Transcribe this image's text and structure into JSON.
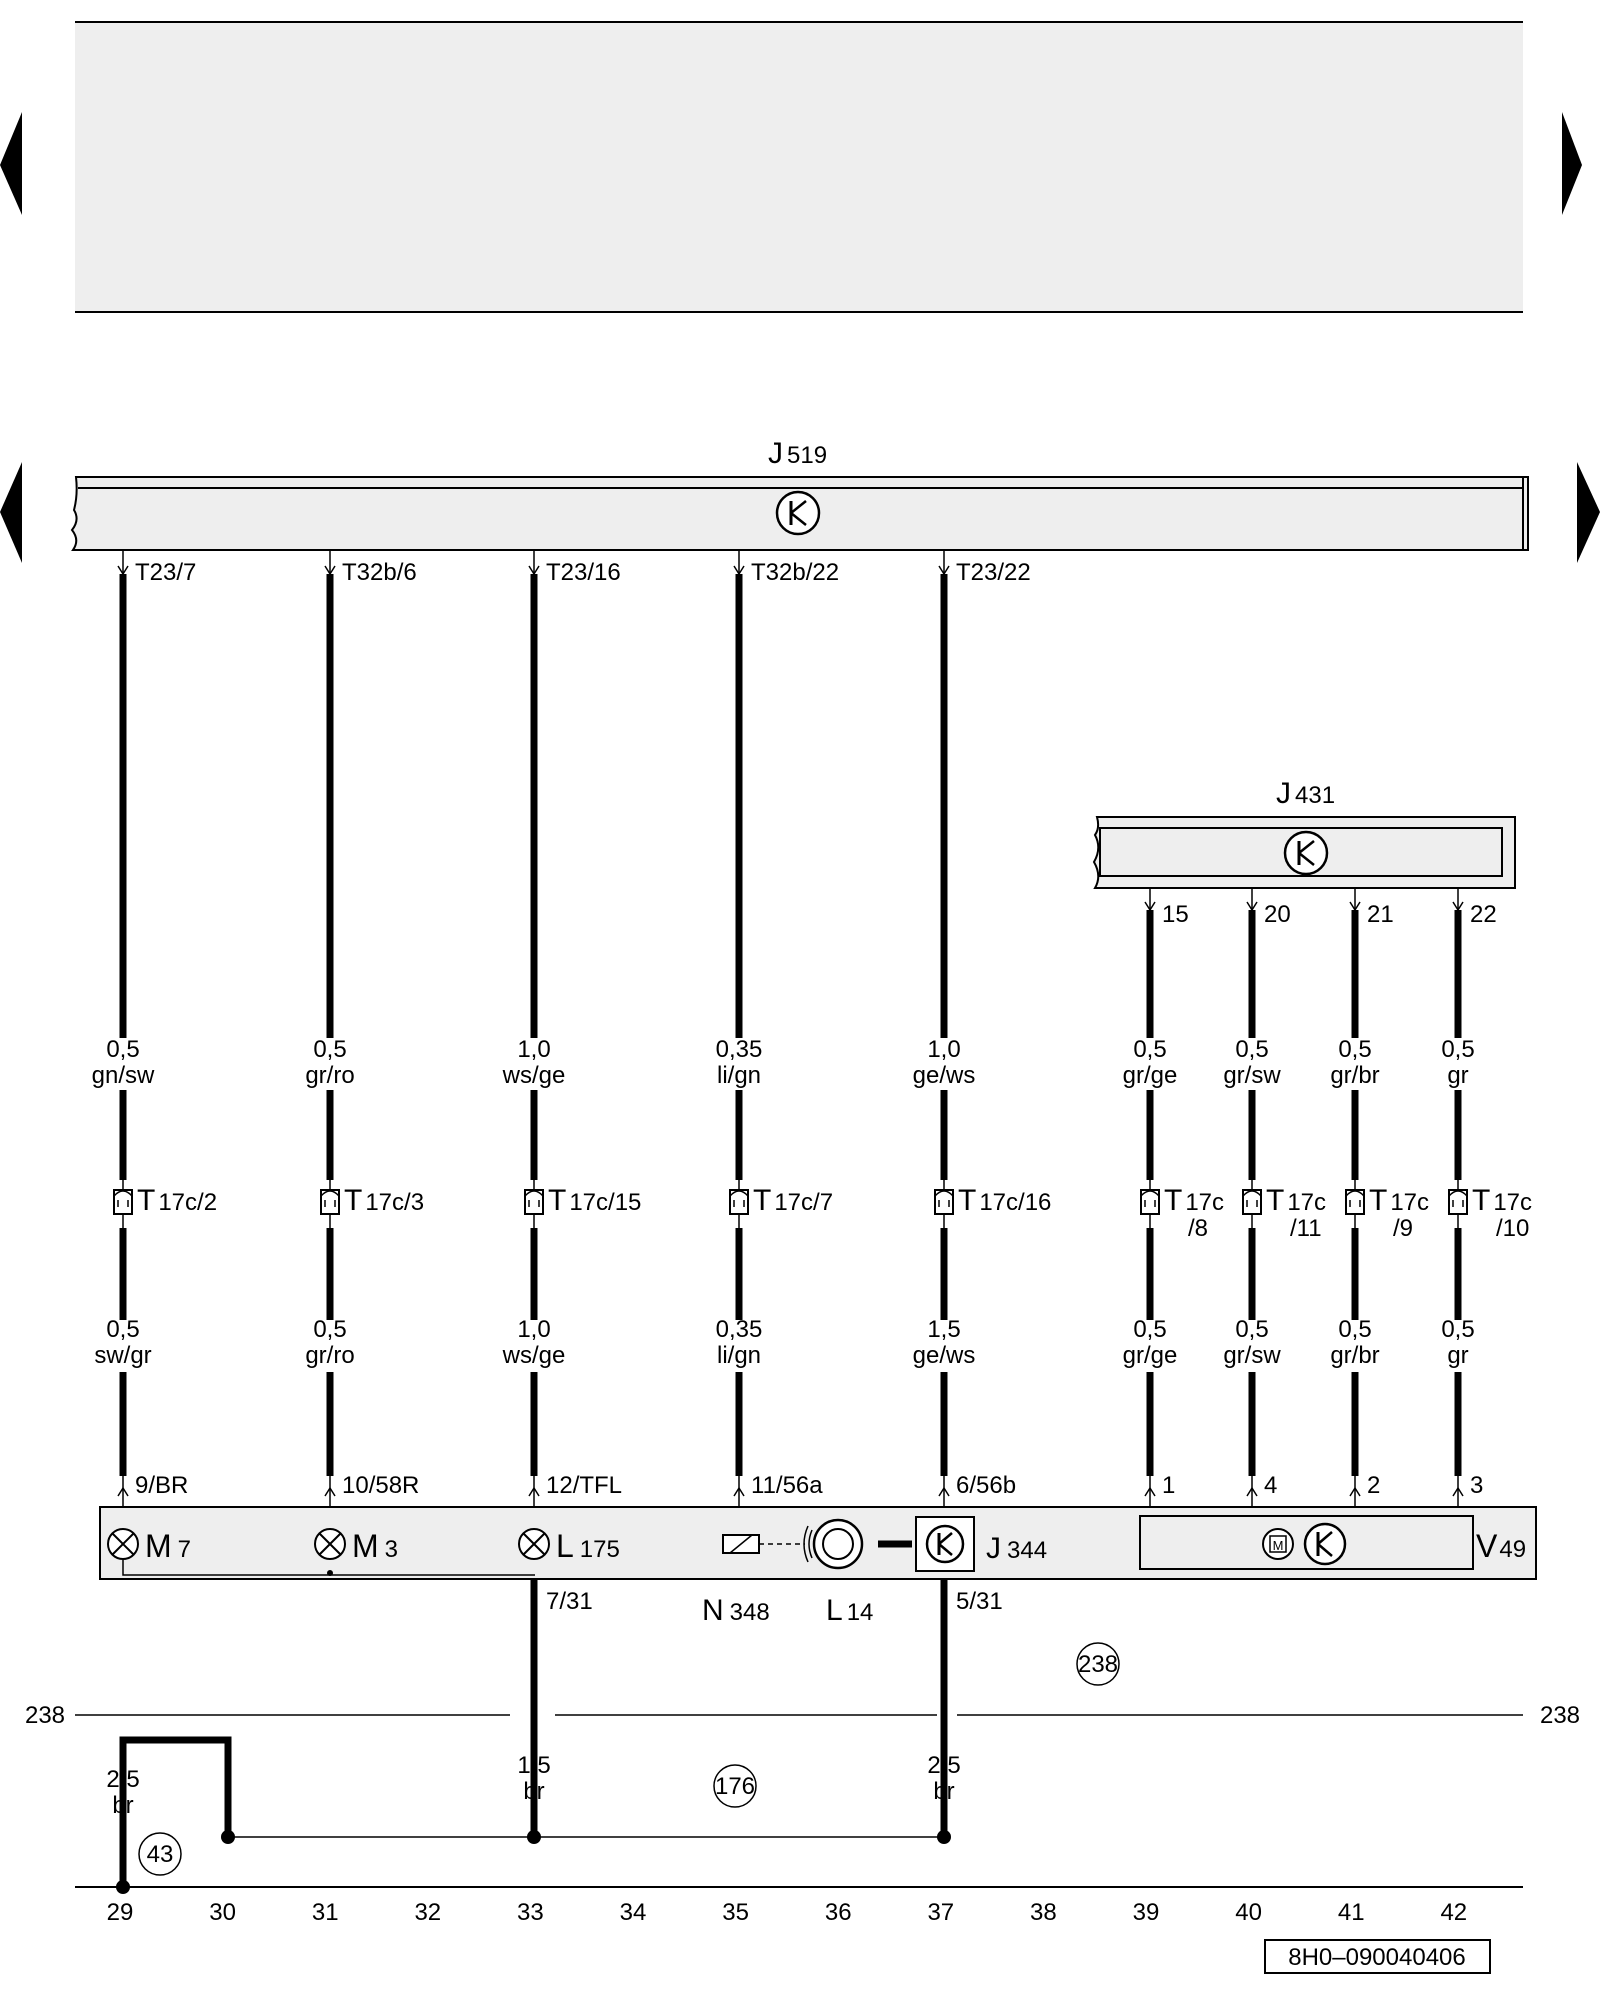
{
  "top_area": {},
  "nav": {
    "left": "left-arrow-icon",
    "right": "right-arrow-icon"
  },
  "j519": {
    "code": "J",
    "num": "519"
  },
  "j431": {
    "code": "J",
    "num": "431"
  },
  "j519_pins": [
    "T23/7",
    "T32b/6",
    "T23/16",
    "T32b/22",
    "T23/22"
  ],
  "j431_pins": [
    "15",
    "20",
    "21",
    "22"
  ],
  "upper_wires": [
    {
      "size": "0,5",
      "color": "gn/sw"
    },
    {
      "size": "0,5",
      "color": "gr/ro"
    },
    {
      "size": "1,0",
      "color": "ws/ge"
    },
    {
      "size": "0,35",
      "color": "li/gn"
    },
    {
      "size": "1,0",
      "color": "ge/ws"
    },
    {
      "size": "0,5",
      "color": "gr/ge"
    },
    {
      "size": "0,5",
      "color": "gr/sw"
    },
    {
      "size": "0,5",
      "color": "gr/br"
    },
    {
      "size": "0,5",
      "color": "gr"
    }
  ],
  "connectors": [
    {
      "t": "T",
      "rest": "17c/2"
    },
    {
      "t": "T",
      "rest": "17c/3"
    },
    {
      "t": "T",
      "rest": "17c/15"
    },
    {
      "t": "T",
      "rest": "17c/7"
    },
    {
      "t": "T",
      "rest": "17c/16"
    },
    {
      "t": "T",
      "rest": "17c",
      "rest2": "/8"
    },
    {
      "t": "T",
      "rest": "17c",
      "rest2": "/11"
    },
    {
      "t": "T",
      "rest": "17c",
      "rest2": "/9"
    },
    {
      "t": "T",
      "rest": "17c",
      "rest2": "/10"
    }
  ],
  "lower_wires": [
    {
      "size": "0,5",
      "color": "sw/gr"
    },
    {
      "size": "0,5",
      "color": "gr/ro"
    },
    {
      "size": "1,0",
      "color": "ws/ge"
    },
    {
      "size": "0,35",
      "color": "li/gn"
    },
    {
      "size": "1,5",
      "color": "ge/ws"
    },
    {
      "size": "0,5",
      "color": "gr/ge"
    },
    {
      "size": "0,5",
      "color": "gr/sw"
    },
    {
      "size": "0,5",
      "color": "gr/br"
    },
    {
      "size": "0,5",
      "color": "gr"
    }
  ],
  "panel_pins": [
    "9/BR",
    "10/58R",
    "12/TFL",
    "11/56a",
    "6/56b",
    "1",
    "4",
    "2",
    "3"
  ],
  "components": {
    "m7": {
      "code": "M",
      "num": "7"
    },
    "m3": {
      "code": "M",
      "num": "3"
    },
    "l175": {
      "code": "L",
      "num": "175"
    },
    "n348": {
      "code": "N",
      "num": "348"
    },
    "l14": {
      "code": "L",
      "num": "14"
    },
    "j344": {
      "code": "J",
      "num": "344"
    },
    "v49": {
      "code": "V",
      "num": "49"
    }
  },
  "ground_pins": [
    "7/31",
    "5/31"
  ],
  "ground_wires": [
    {
      "size": "2,5",
      "color": "br"
    },
    {
      "size": "1,5",
      "color": "br"
    },
    {
      "size": "2,5",
      "color": "br"
    }
  ],
  "refs": {
    "r238_left": "238",
    "r238_right": "238",
    "circle238": "238",
    "circle176": "176",
    "circle43": "43"
  },
  "scale": [
    "29",
    "30",
    "31",
    "32",
    "33",
    "34",
    "35",
    "36",
    "37",
    "38",
    "39",
    "40",
    "41",
    "42"
  ],
  "doc_id": "8H0–090040406"
}
